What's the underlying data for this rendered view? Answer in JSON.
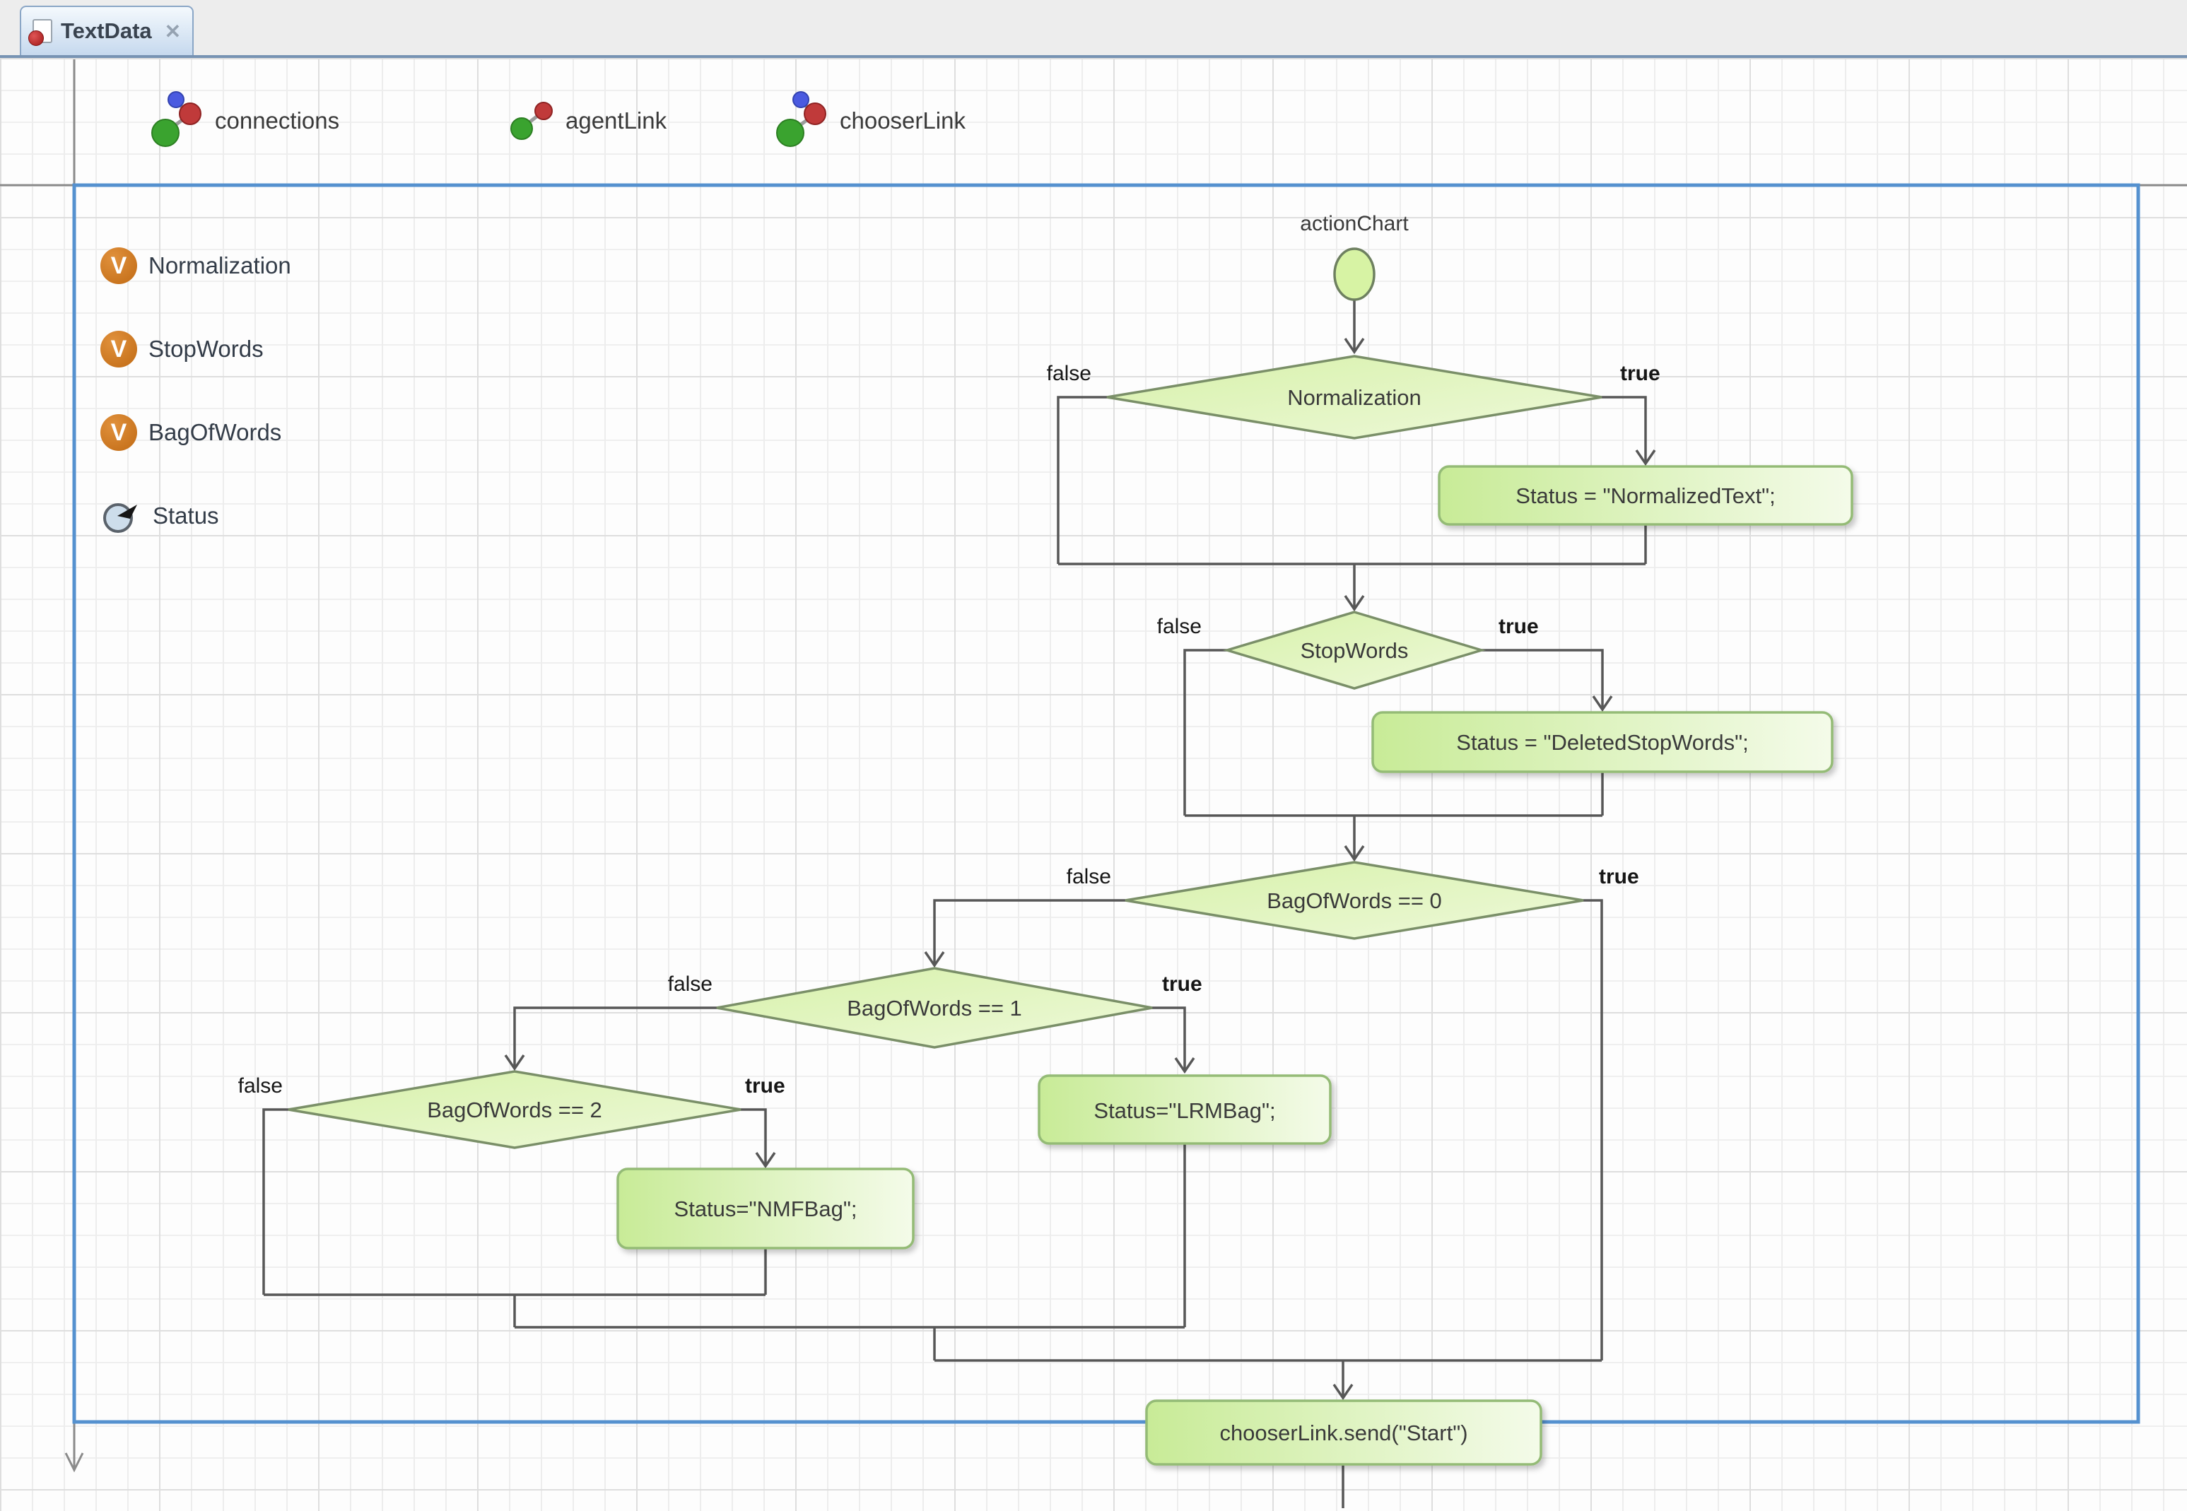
{
  "tab": {
    "title": "TextData",
    "close_glyph": "✕"
  },
  "palette": [
    {
      "label": "connections"
    },
    {
      "label": "agentLink"
    },
    {
      "label": "chooserLink"
    }
  ],
  "variables": [
    {
      "label": "Normalization",
      "badge": "V"
    },
    {
      "label": "StopWords",
      "badge": "V"
    },
    {
      "label": "BagOfWords",
      "badge": "V"
    },
    {
      "label": "Status"
    }
  ],
  "chart": {
    "title": "actionChart",
    "decisions": [
      {
        "label": "Normalization",
        "false_label": "false",
        "true_label": "true"
      },
      {
        "label": "StopWords",
        "false_label": "false",
        "true_label": "true"
      },
      {
        "label": "BagOfWords == 0",
        "false_label": "false",
        "true_label": "true"
      },
      {
        "label": "BagOfWords == 1",
        "false_label": "false",
        "true_label": "true"
      },
      {
        "label": "BagOfWords == 2",
        "false_label": "false",
        "true_label": "true"
      }
    ],
    "actions": [
      {
        "label": "Status = \"NormalizedText\";"
      },
      {
        "label": "Status = \"DeletedStopWords\";"
      },
      {
        "label": "Status=\"LRMBag\";"
      },
      {
        "label": "Status=\"NMFBag\";"
      },
      {
        "label": "chooserLink.send(\"Start\")"
      }
    ]
  },
  "colors": {
    "frame_blue": "#5591cf",
    "connector_gray": "#575757",
    "diamond_border": "#7a8f68",
    "box_border": "#94bb76",
    "variable_badge_orange": "#c06a14",
    "dot_green": "#3aa32f",
    "dot_red": "#c03a3a",
    "dot_blue": "#4a5ae0"
  }
}
